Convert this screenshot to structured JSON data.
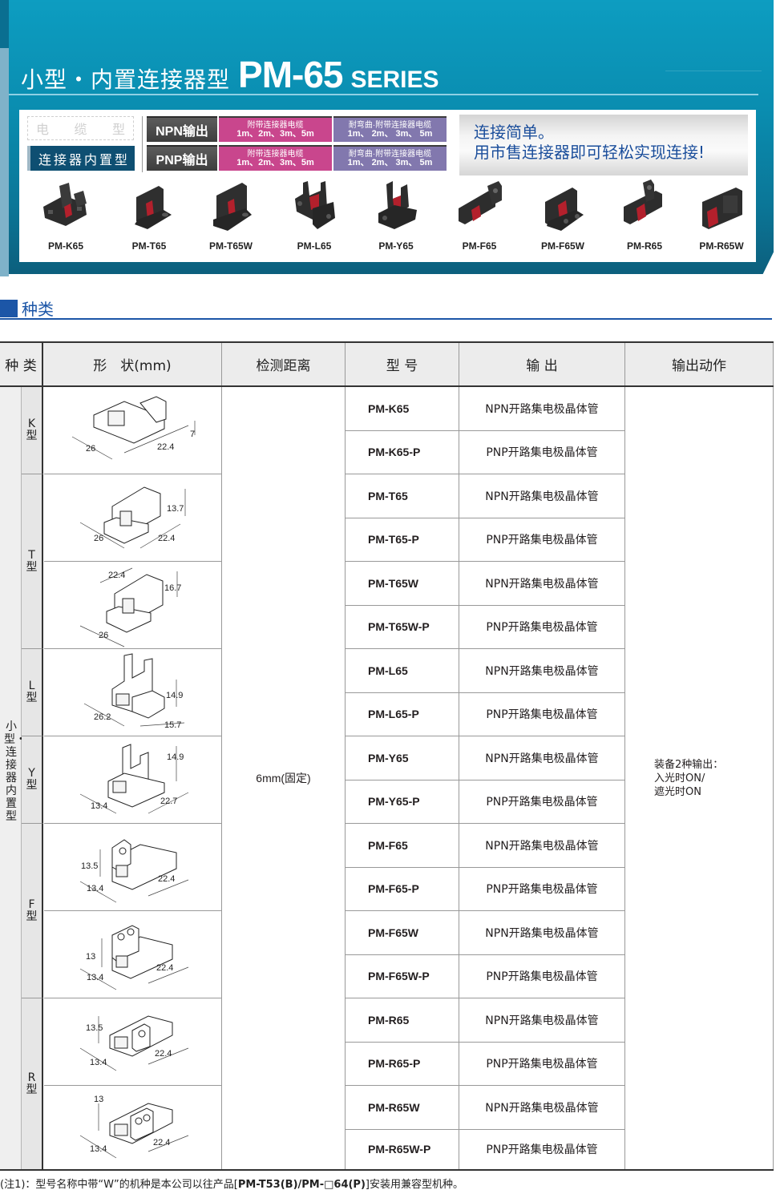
{
  "banner": {
    "title_cn": "小型・内置连接器型",
    "title_model": "PM-65",
    "title_series": "SERIES",
    "types": {
      "cable_type": [
        "电",
        "缆",
        "型"
      ],
      "connector_type": [
        "连",
        "接",
        "器",
        "内",
        "置",
        "型"
      ]
    },
    "outputs": [
      {
        "label": "NPN输出",
        "pink_line1": "附带连接器电缆",
        "pink_line2": "1m、2m、3m、5m",
        "purple_line1": "耐弯曲·附带连接器电缆",
        "purple_line2": "1m、 2m、 3m、 5m"
      },
      {
        "label": "PNP输出",
        "pink_line1": "附带连接器电缆",
        "pink_line2": "1m、2m、3m、5m",
        "purple_line1": "耐弯曲·附带连接器电缆",
        "purple_line2": "1m、 2m、 3m、 5m"
      }
    ],
    "promo": {
      "line1": "连接简单。",
      "line2": "用市售连接器即可轻松实现连接!"
    },
    "products": [
      {
        "label": "PM-K65",
        "icon": "sensor-k-icon"
      },
      {
        "label": "PM-T65",
        "icon": "sensor-t-icon"
      },
      {
        "label": "PM-T65W",
        "icon": "sensor-t-w-icon"
      },
      {
        "label": "PM-L65",
        "icon": "sensor-l-icon"
      },
      {
        "label": "PM-Y65",
        "icon": "sensor-y-icon"
      },
      {
        "label": "PM-F65",
        "icon": "sensor-f-icon"
      },
      {
        "label": "PM-F65W",
        "icon": "sensor-f-w-icon"
      },
      {
        "label": "PM-R65",
        "icon": "sensor-r-icon"
      },
      {
        "label": "PM-R65W",
        "icon": "sensor-r-w-icon"
      }
    ],
    "colors": {
      "banner": "#0a8db0",
      "pink": "#c9468d",
      "purple": "#8278ae",
      "connector_type": "#0e4f72",
      "promo_text": "#1b4e9b"
    }
  },
  "section": {
    "title": "种类",
    "accent": "#1c56a7"
  },
  "table": {
    "headers": {
      "category": "种 类",
      "shape": "形　状(mm)",
      "distance": "检测距离",
      "model": "型 号",
      "output": "输 出",
      "action": "输出动作"
    },
    "category": "小型・连接器内置型",
    "distance": "6mm(固定)",
    "action": [
      "装备2种输出：",
      "入光时ON/",
      "遮光时ON"
    ],
    "subtypes": [
      {
        "letter": "K",
        "suffix": "型"
      },
      {
        "letter": "T",
        "suffix": "型"
      },
      {
        "letter": "L",
        "suffix": "型"
      },
      {
        "letter": "Y",
        "suffix": "型"
      },
      {
        "letter": "F",
        "suffix": "型"
      },
      {
        "letter": "R",
        "suffix": "型"
      }
    ],
    "shapes": [
      {
        "type": "K",
        "dims": [
          "26",
          "22.4",
          "7"
        ]
      },
      {
        "type": "T",
        "dims": [
          "26",
          "22.4",
          "13.7"
        ]
      },
      {
        "type": "T-W",
        "dims": [
          "26",
          "22.4",
          "16.7"
        ]
      },
      {
        "type": "L",
        "dims": [
          "26.2",
          "15.7",
          "14.9"
        ]
      },
      {
        "type": "Y",
        "dims": [
          "13.4",
          "22.7",
          "14.9"
        ]
      },
      {
        "type": "F",
        "dims": [
          "13.4",
          "22.4",
          "13.5"
        ]
      },
      {
        "type": "F-W",
        "dims": [
          "13.4",
          "22.4",
          "13"
        ]
      },
      {
        "type": "R",
        "dims": [
          "13.4",
          "22.4",
          "13.5"
        ]
      },
      {
        "type": "R-W",
        "dims": [
          "13.4",
          "22.4",
          "13"
        ]
      }
    ],
    "rows": [
      {
        "model": "PM-K65",
        "output": "NPN开路集电极晶体管"
      },
      {
        "model": "PM-K65-P",
        "output": "PNP开路集电极晶体管"
      },
      {
        "model": "PM-T65",
        "output": "NPN开路集电极晶体管"
      },
      {
        "model": "PM-T65-P",
        "output": "PNP开路集电极晶体管"
      },
      {
        "model": "PM-T65W",
        "output": "NPN开路集电极晶体管"
      },
      {
        "model": "PM-T65W-P",
        "output": "PNP开路集电极晶体管"
      },
      {
        "model": "PM-L65",
        "output": "NPN开路集电极晶体管"
      },
      {
        "model": "PM-L65-P",
        "output": "PNP开路集电极晶体管"
      },
      {
        "model": "PM-Y65",
        "output": "NPN开路集电极晶体管"
      },
      {
        "model": "PM-Y65-P",
        "output": "PNP开路集电极晶体管"
      },
      {
        "model": "PM-F65",
        "output": "NPN开路集电极晶体管"
      },
      {
        "model": "PM-F65-P",
        "output": "PNP开路集电极晶体管"
      },
      {
        "model": "PM-F65W",
        "output": "NPN开路集电极晶体管"
      },
      {
        "model": "PM-F65W-P",
        "output": "PNP开路集电极晶体管"
      },
      {
        "model": "PM-R65",
        "output": "NPN开路集电极晶体管"
      },
      {
        "model": "PM-R65-P",
        "output": "PNP开路集电极晶体管"
      },
      {
        "model": "PM-R65W",
        "output": "NPN开路集电极晶体管"
      },
      {
        "model": "PM-R65W-P",
        "output": "PNP开路集电极晶体管"
      }
    ]
  },
  "footnote": {
    "prefix": "(注1)：型号名称中带“W”的机种是本公司以往产品[",
    "bold": "PM-T53(B)/PM-□64(P)",
    "suffix": "]安装用兼容型机种。"
  }
}
